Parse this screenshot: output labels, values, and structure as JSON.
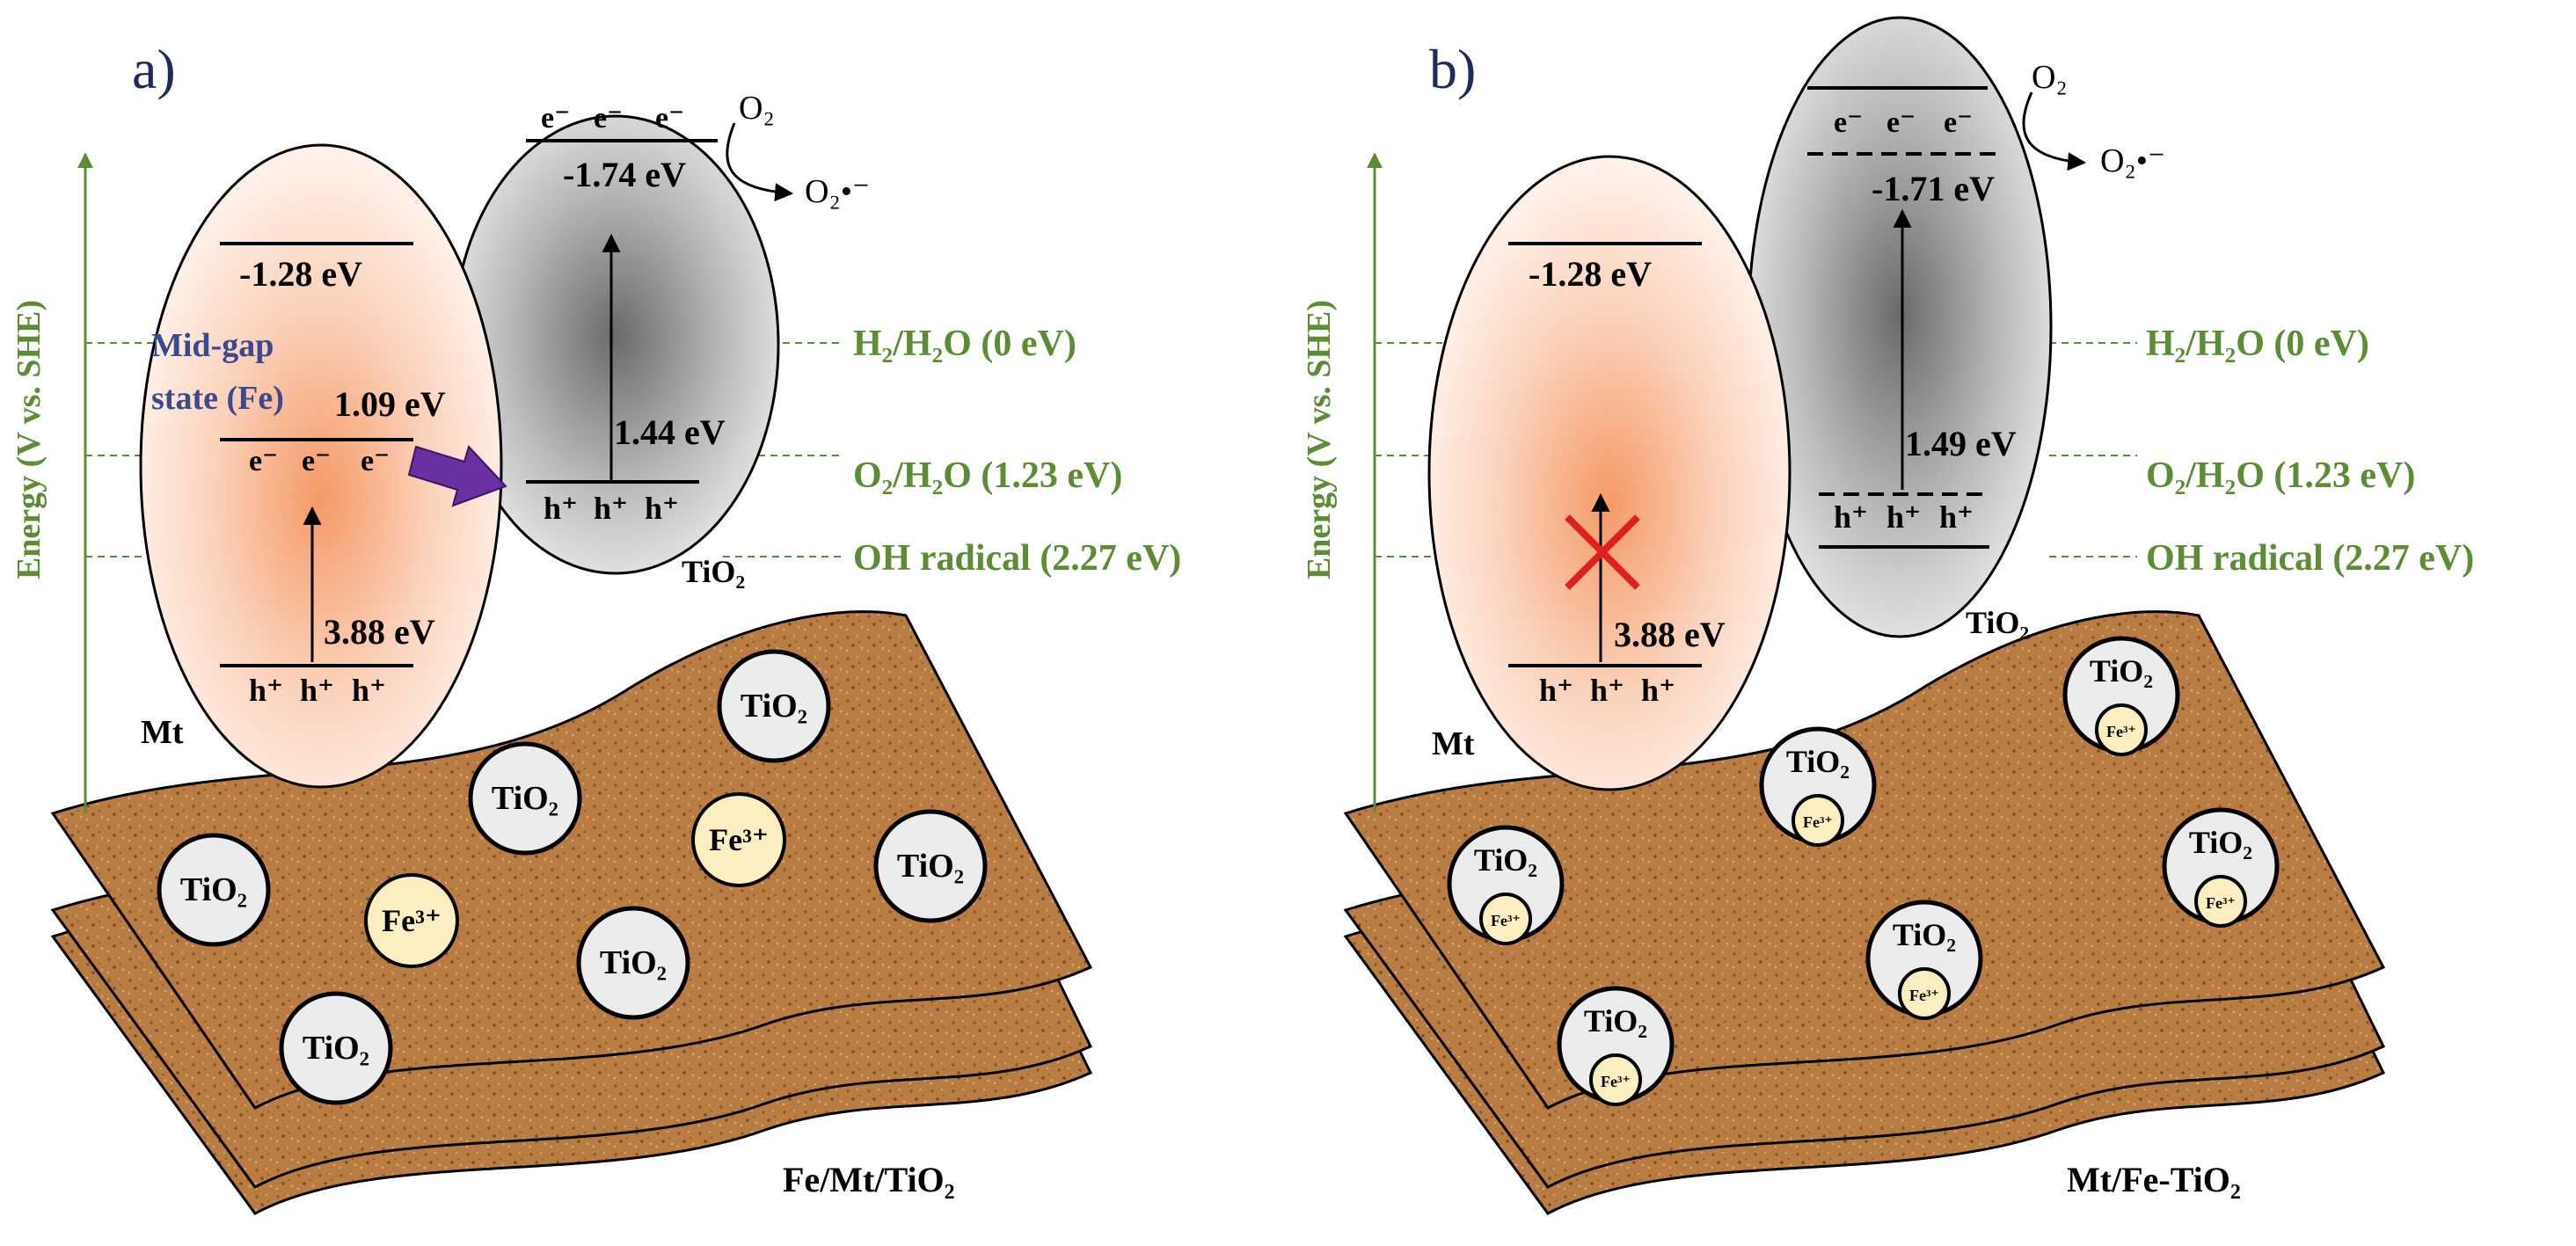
{
  "colors": {
    "ground_fill": "#b5773d",
    "ground_dark": "#8a5428",
    "redox_green": "#5c8c34",
    "panel_label": "#1f2a5c",
    "midgap_blue": "#3b4a8c",
    "arrow_purple": "#6a2fa0",
    "cross_red": "#e02020",
    "fe_fill": "#fbeec0",
    "tio2_fill": "#ececec",
    "mt_center": "#f8a070",
    "tio2_center": "#6e6e6e"
  },
  "icons": {
    "transfer_arrow": "thick-right-arrow-icon",
    "blocked": "red-x-icon",
    "o2_conversion": "curved-arrow-icon"
  },
  "common": {
    "e_minus": "e⁻",
    "h_plus": "h⁺",
    "h2h2o": "H₂/H₂O (0 eV)",
    "o2h2o": "O₂/H₂O (1.23 eV)",
    "oh": "OH radical (2.27 eV)",
    "energy_axis": "Energy (V vs. SHE)",
    "o2": "O₂",
    "o2_radical": "O₂•⁻",
    "tio2": "TiO₂",
    "fe3": "Fe³⁺",
    "mt": "Mt",
    "mt_cb": "-1.28 eV",
    "mt_gap": "3.88 eV"
  },
  "panel_a": {
    "label": "a)",
    "mid_gap_line1": "Mid-gap",
    "mid_gap_line2": "state (Fe)",
    "mid_gap_value": "1.09 eV",
    "tio2_cb": "-1.74 eV",
    "tio2_gap": "1.44 eV",
    "caption": "Fe/Mt/TiO₂"
  },
  "panel_b": {
    "label": "b)",
    "tio2_cb": "-1.71 eV",
    "tio2_gap": "1.49 eV",
    "caption": "Mt/Fe-TiO₂"
  }
}
